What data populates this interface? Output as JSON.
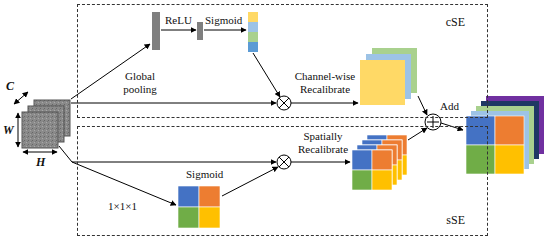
{
  "diagram": {
    "nodes": [
      {
        "text": [
          "cSE"
        ]
      },
      {
        "text": [
          "sSE"
        ]
      }
    ],
    "labels": [
      "C",
      "W",
      "H",
      "Global pooling",
      "ReLU",
      "Sigmoid",
      "Channel-wise Recalibrate",
      "Add",
      "1×1×1",
      "Sigmoid",
      "Spatially Recalibrate"
    ]
  }
}
